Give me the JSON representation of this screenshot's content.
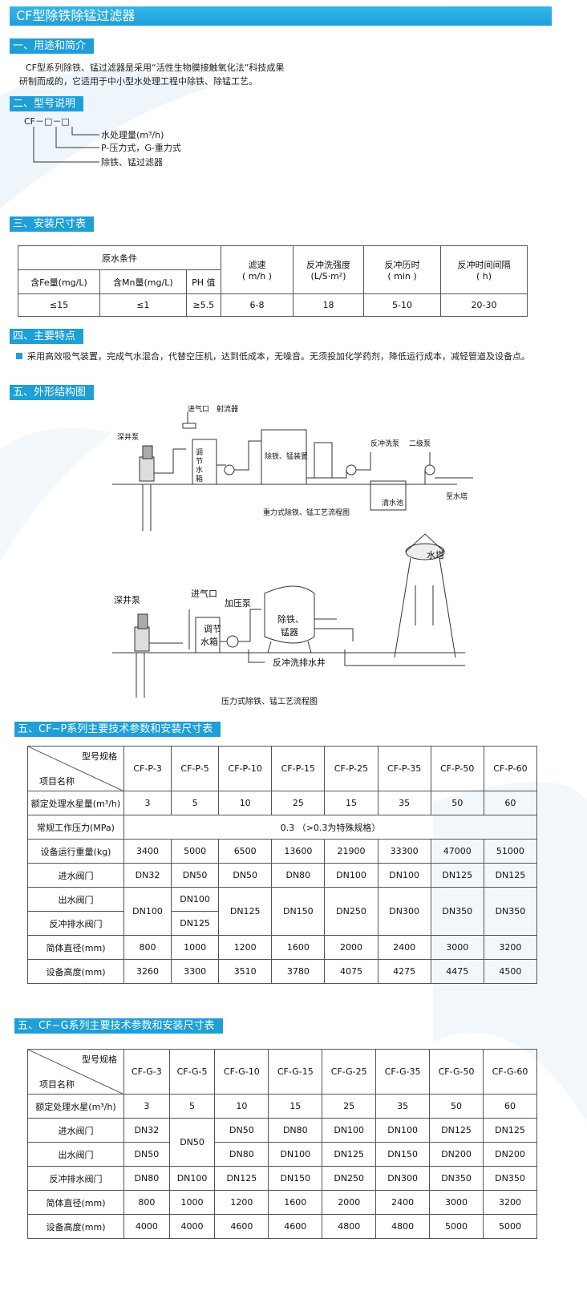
{
  "title": "CF型除铁除锰过滤器",
  "sections": {
    "s1": "一、用途和简介",
    "s2": "二、型号说明",
    "s3": "三、安装尺寸表",
    "s4": "四、主要特点",
    "s5": "五、外形结构图",
    "s6": "五、CF−P系列主要技术参数和安装尺寸表",
    "s7": "五、CF−G系列主要技术参数和安装尺寸表"
  },
  "intro": {
    "line1": "CF型系列除铁、锰过滤器是采用“活性生物膜接触氧化法”科技成果",
    "line2": "研制而成的，它适用于中小型水处理工程中除铁、除锰工艺。"
  },
  "model": {
    "code": "CF－□－□",
    "item1": "水处理量(m³/h)",
    "item2": "P-压力式，G-重力式",
    "item3": "除铁、锰过滤器"
  },
  "install_table": {
    "group_header": "原水条件",
    "sub_headers": [
      "含Fe量(mg/L)",
      "含Mn量(mg/L)",
      "PH 值"
    ],
    "other_headers": [
      [
        "滤速",
        "( m/h )"
      ],
      [
        "反冲洗强度",
        "(L/S·m²)"
      ],
      [
        "反冲历时",
        "( min )"
      ],
      [
        "反冲时间间隔",
        "( h)"
      ]
    ],
    "row": [
      "≤15",
      "≤1",
      "≥5.5",
      "6-8",
      "18",
      "5-10",
      "20-30"
    ]
  },
  "features": "采用高效吸气装置，完成气水混合，代替空压机，达到低成本，无噪音。无须投加化学药剂，降低运行成本，减轻管道及设备点。",
  "diagram1": {
    "caption": "重力式除铁、锰工艺流程图",
    "labels": {
      "well_pump": "深井泵",
      "air_inlet": "进气口",
      "ejector": "射流器",
      "tank": "调节水箱",
      "filter": "除铁、锰装置",
      "backwash_pump": "反冲洗泵",
      "secondary_pump": "二级泵",
      "clear_pool": "清水池",
      "to_tower": "至水塔"
    }
  },
  "diagram2": {
    "caption": "压力式除铁、锰工艺流程图",
    "labels": {
      "tower": "水塔",
      "well_pump": "深井泵",
      "air_inlet": "进气口",
      "booster": "加压泵",
      "tank_top": "调节",
      "tank_bottom": "水箱",
      "filter_top": "除铁、",
      "filter_bottom": "锰器",
      "drain": "反冲洗排水井"
    }
  },
  "p_table": {
    "corner_top": "型号规格",
    "corner_bottom": "项目名称",
    "models": [
      "CF-P-3",
      "CF-P-5",
      "CF-P-10",
      "CF-P-15",
      "CF-P-25",
      "CF-P-35",
      "CF-P-50",
      "CF-P-60"
    ],
    "rows": [
      {
        "label": "额定处理水星量(m³/h)",
        "values": [
          "3",
          "5",
          "10",
          "25",
          "15",
          "35",
          "50",
          "60"
        ]
      },
      {
        "label": "常规工作压力(MPa)",
        "merged": "0.3 （>0.3为特殊规格）"
      },
      {
        "label": "设备运行重量(kg)",
        "values": [
          "3400",
          "5000",
          "6500",
          "13600",
          "21900",
          "33300",
          "47000",
          "51000"
        ]
      },
      {
        "label": "进水阀门",
        "values": [
          "DN32",
          "DN50",
          "DN50",
          "DN80",
          "DN100",
          "DN100",
          "DN125",
          "DN125"
        ]
      },
      {
        "label": "出水阀门",
        "values": [
          "DN100",
          "DN100",
          "DN125",
          "DN150",
          "DN250",
          "DN300",
          "DN350",
          "DN350"
        ]
      },
      {
        "label": "反冲排水阀门",
        "values": [
          "",
          "DN125",
          "",
          "",
          "",
          "",
          "",
          ""
        ]
      },
      {
        "label": "简体直径(mm)",
        "values": [
          "800",
          "1000",
          "1200",
          "1600",
          "2000",
          "2400",
          "3000",
          "3200"
        ]
      },
      {
        "label": "设备高度(mm)",
        "values": [
          "3260",
          "3300",
          "3510",
          "3780",
          "4075",
          "4275",
          "4475",
          "4500"
        ]
      }
    ]
  },
  "g_table": {
    "corner_top": "型号规格",
    "corner_bottom": "项目名称",
    "models": [
      "CF-G-3",
      "CF-G-5",
      "CF-G-10",
      "CF-G-15",
      "CF-G-25",
      "CF-G-35",
      "CF-G-50",
      "CF-G-60"
    ],
    "rows": [
      {
        "label": "额定处理水星(m³/h)",
        "values": [
          "3",
          "5",
          "10",
          "15",
          "25",
          "35",
          "50",
          "60"
        ]
      },
      {
        "label": "进水阀门",
        "values": [
          "DN32",
          "DN50",
          "DN50",
          "DN80",
          "DN100",
          "DN100",
          "DN125",
          "DN125"
        ]
      },
      {
        "label": "出水阀门",
        "values": [
          "DN50",
          "",
          "DN80",
          "DN100",
          "DN125",
          "DN150",
          "DN200",
          "DN200"
        ]
      },
      {
        "label": "反冲排水阀门",
        "values": [
          "DN80",
          "DN100",
          "DN125",
          "DN150",
          "DN250",
          "DN300",
          "DN350",
          "DN350"
        ]
      },
      {
        "label": "简体直径(mm)",
        "values": [
          "800",
          "1000",
          "1200",
          "1600",
          "2000",
          "2400",
          "3000",
          "3200"
        ]
      },
      {
        "label": "设备高度(mm)",
        "values": [
          "4000",
          "4000",
          "4600",
          "4600",
          "4800",
          "4800",
          "5000",
          "5000"
        ]
      }
    ]
  },
  "colors": {
    "accent": "#1e9fd8"
  }
}
